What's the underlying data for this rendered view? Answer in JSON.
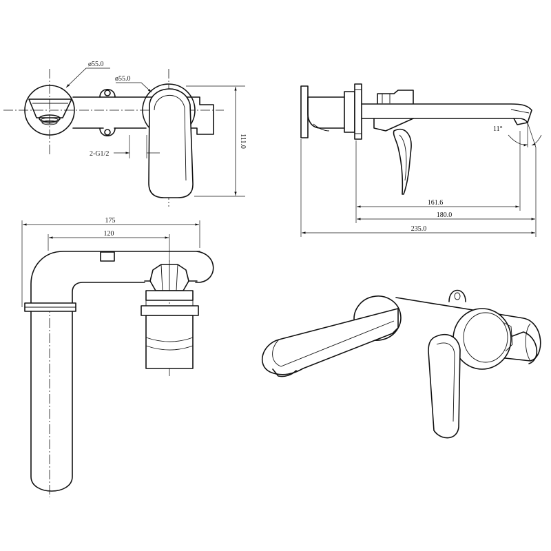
{
  "dimensions": {
    "front": {
      "outlet_diameter": "ø55.0",
      "handle_diameter": "ø55.0",
      "thread": "2-G1/2",
      "height": "111.0"
    },
    "side": {
      "angle": "11°",
      "spout_reach": "161.6",
      "body_reach": "180.0",
      "overall_length": "235.0"
    },
    "top": {
      "overall_width": "175",
      "center_distance": "120"
    }
  }
}
